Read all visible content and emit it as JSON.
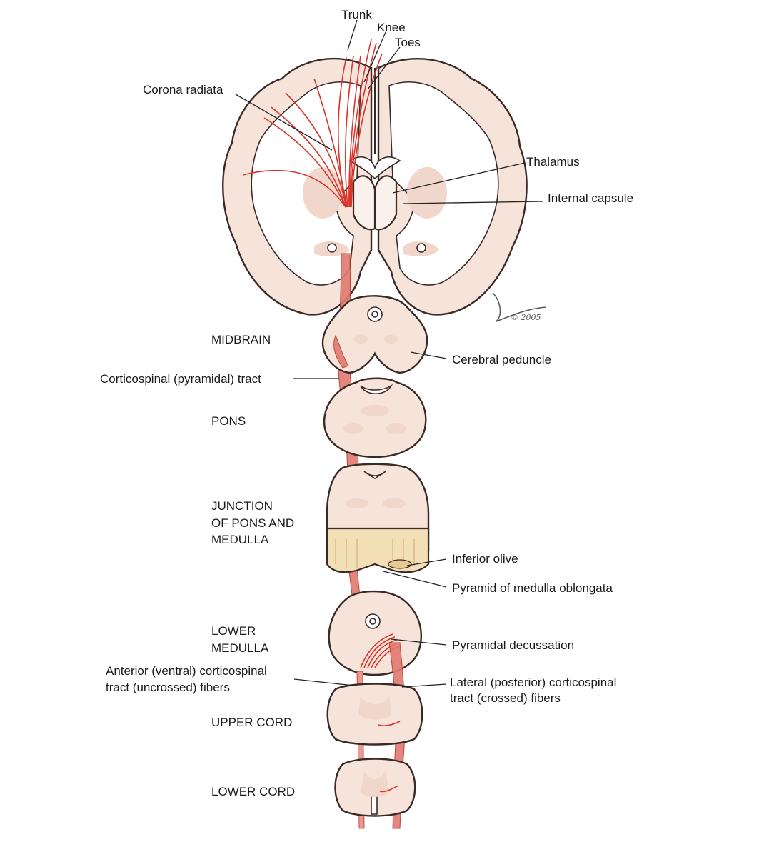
{
  "labels": {
    "trunk": "Trunk",
    "knee": "Knee",
    "toes": "Toes",
    "corona_radiata": "Corona radiata",
    "thalamus": "Thalamus",
    "internal_capsule": "Internal capsule",
    "midbrain": "MIDBRAIN",
    "cerebral_peduncle": "Cerebral peduncle",
    "corticospinal_tract": "Corticospinal (pyramidal) tract",
    "pons": "PONS",
    "junction_line1": "JUNCTION",
    "junction_line2": "OF PONS AND",
    "junction_line3": "MEDULLA",
    "inferior_olive": "Inferior olive",
    "pyramid_medulla": "Pyramid of medulla oblongata",
    "lower_medulla_line1": "LOWER",
    "lower_medulla_line2": "MEDULLA",
    "pyramidal_decussation": "Pyramidal decussation",
    "anterior_line1": "Anterior (ventral) corticospinal",
    "anterior_line2": "tract (uncrossed) fibers",
    "lateral_line1": "Lateral (posterior) corticospinal",
    "lateral_line2": "tract (crossed) fibers",
    "upper_cord": "UPPER CORD",
    "lower_cord": "LOWER CORD"
  },
  "signature": "© 2005",
  "colors": {
    "tissue": "#f6e3da",
    "tract": "#e07a70",
    "fiber": "#d9342c",
    "pyramid": "#f3dfb6",
    "outline": "#3a2a26"
  }
}
